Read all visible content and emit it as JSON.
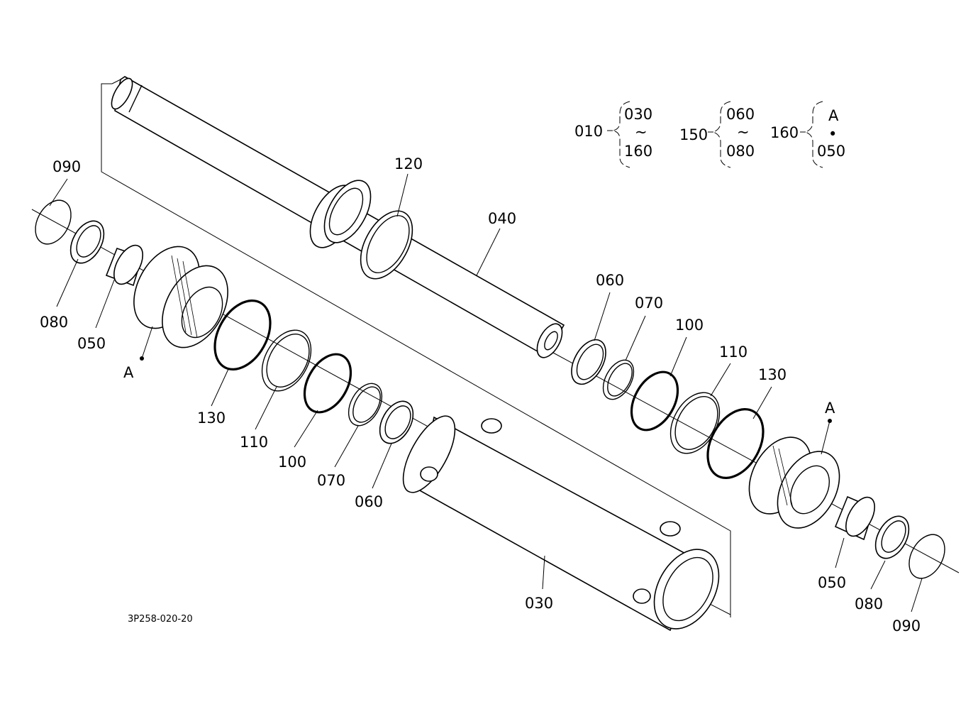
{
  "diagram": {
    "drawing_code": "3P258-020-20",
    "legend": [
      {
        "parent": "010",
        "from": "030",
        "sep": "~",
        "to": "160"
      },
      {
        "parent": "150",
        "from": "060",
        "sep": "~",
        "to": "080"
      },
      {
        "parent": "160",
        "from": "A",
        "sep": "•",
        "to": "050"
      }
    ],
    "labels": {
      "p090_left": "090",
      "p080_left": "080",
      "p050_left": "050",
      "pA_left": "A",
      "p130_left": "130",
      "p110_left": "110",
      "p100_left": "100",
      "p070_left": "070",
      "p060_left": "060",
      "p120": "120",
      "p040": "040",
      "p030": "030",
      "p060_right": "060",
      "p070_right": "070",
      "p100_right": "100",
      "p110_right": "110",
      "p130_right": "130",
      "pA_right": "A",
      "p050_right": "050",
      "p080_right": "080",
      "p090_right": "090"
    }
  }
}
